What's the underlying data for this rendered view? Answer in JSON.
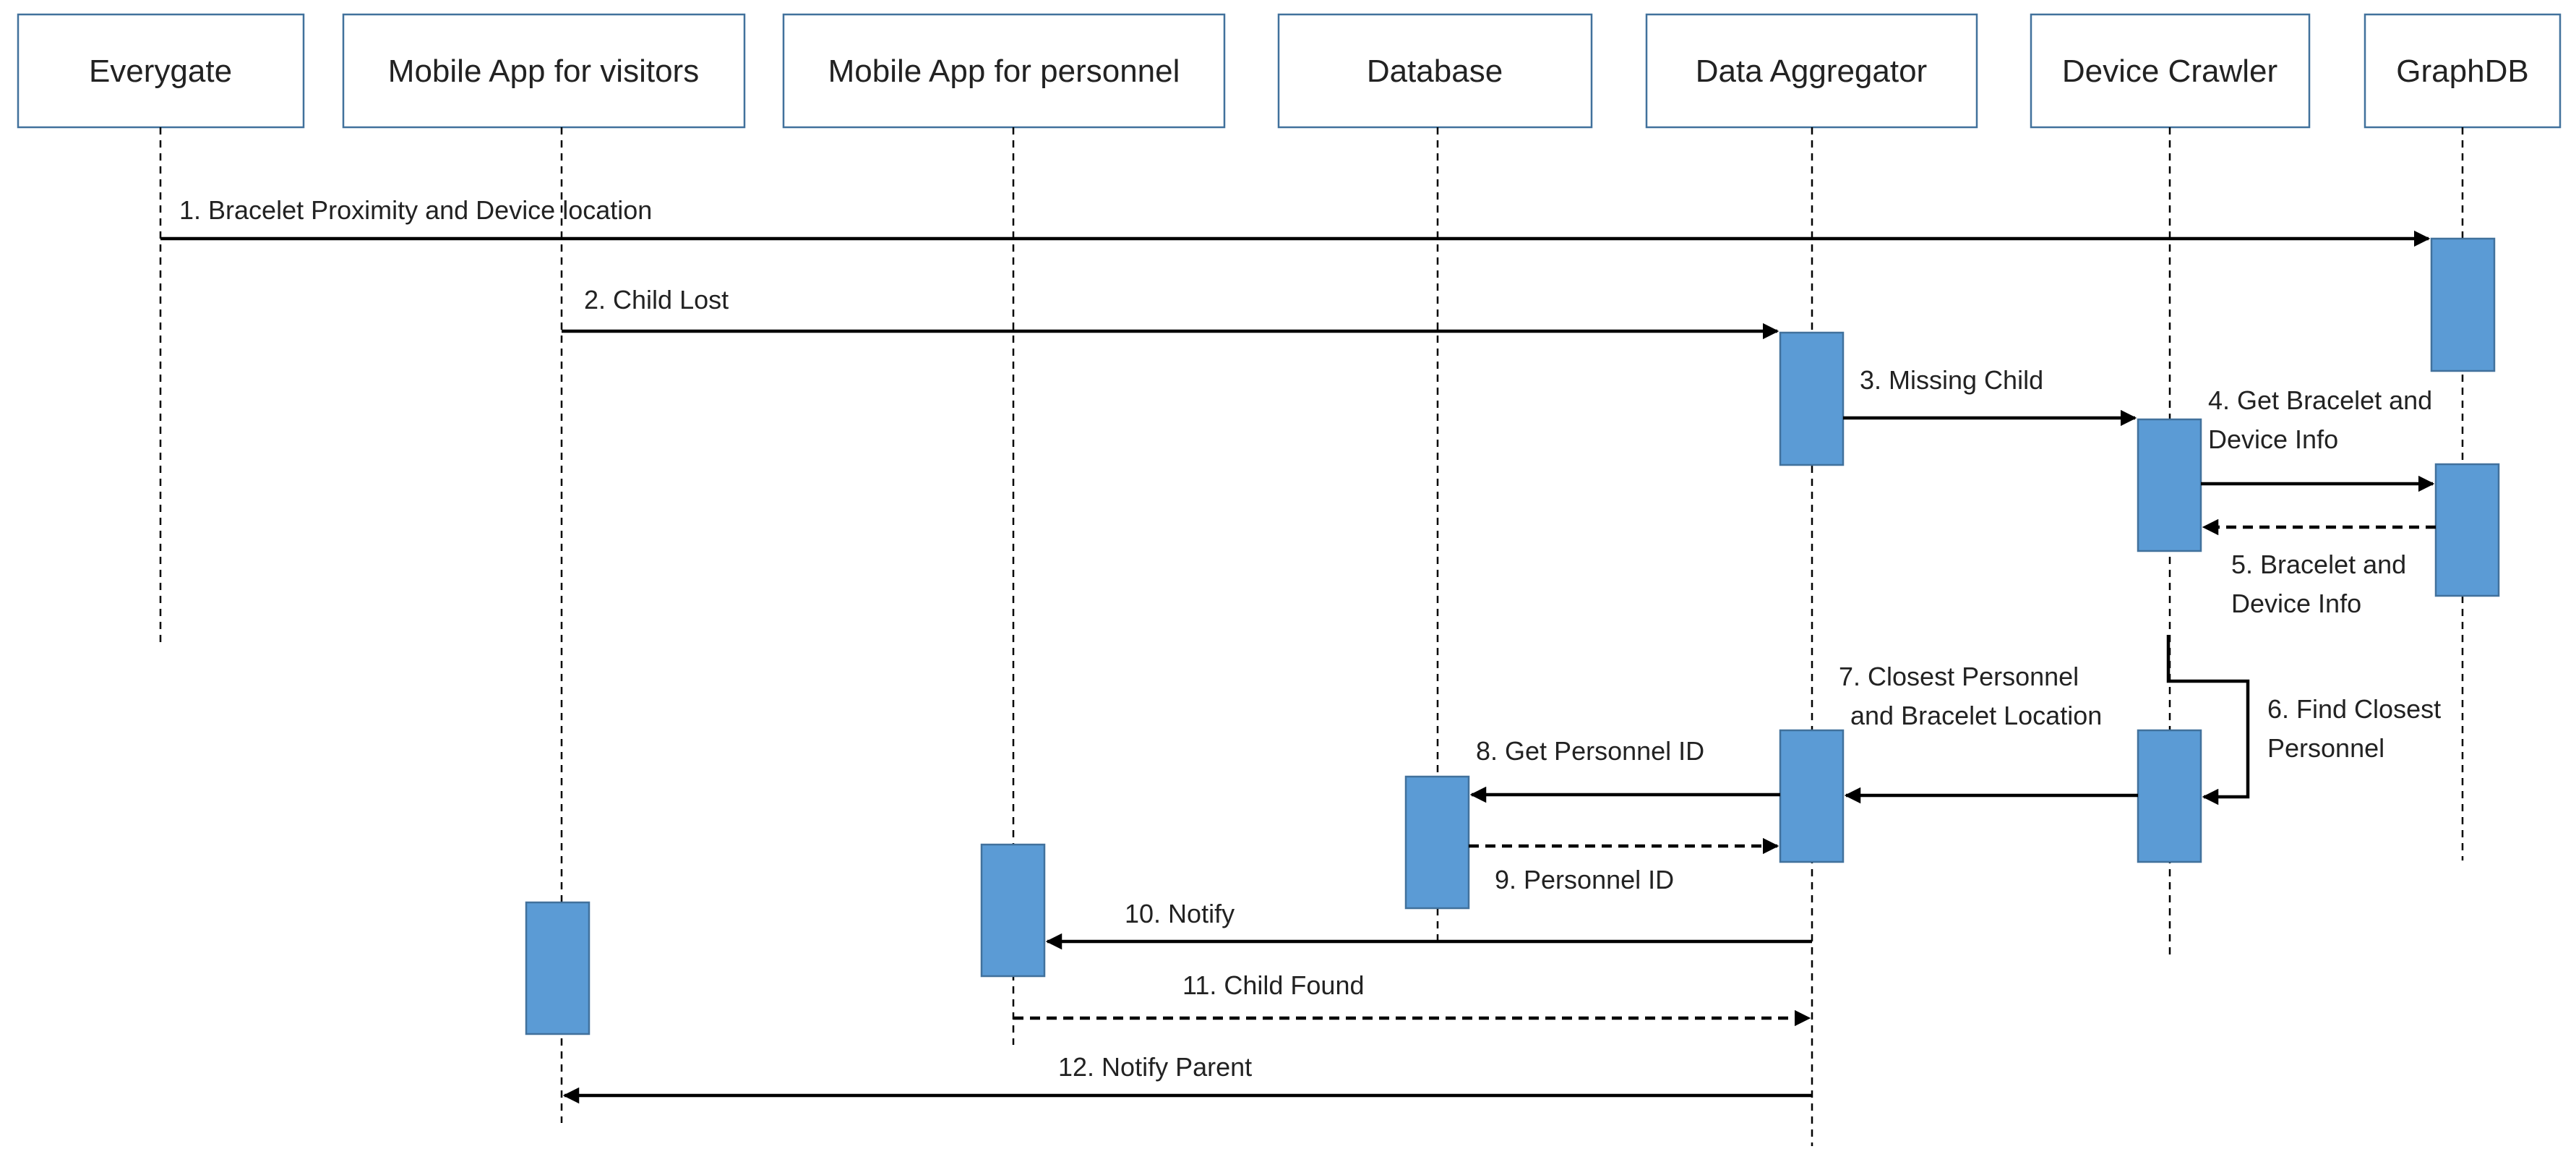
{
  "participants": [
    {
      "id": "everygate",
      "label": "Everygate"
    },
    {
      "id": "mobile-visitors",
      "label": "Mobile App for visitors"
    },
    {
      "id": "mobile-personnel",
      "label": "Mobile App for personnel"
    },
    {
      "id": "database",
      "label": "Database"
    },
    {
      "id": "data-aggregator",
      "label": "Data Aggregator"
    },
    {
      "id": "device-crawler",
      "label": "Device Crawler"
    },
    {
      "id": "graphdb",
      "label": "GraphDB"
    }
  ],
  "messages": [
    {
      "label": "1. Bracelet Proximity and Device location",
      "from": "Everygate",
      "to": "GraphDB",
      "style": "solid"
    },
    {
      "label": "2. Child Lost",
      "from": "Mobile App for visitors",
      "to": "Data Aggregator",
      "style": "solid"
    },
    {
      "label": "3. Missing Child",
      "from": "Data Aggregator",
      "to": "Device Crawler",
      "style": "solid"
    },
    {
      "label_lines": [
        "4. Get Bracelet and",
        "Device Info"
      ],
      "from": "Device Crawler",
      "to": "GraphDB",
      "style": "solid"
    },
    {
      "label_lines": [
        "5. Bracelet and",
        "Device Info"
      ],
      "from": "GraphDB",
      "to": "Device Crawler",
      "style": "dashed"
    },
    {
      "label_lines": [
        "6. Find Closest",
        "Personnel"
      ],
      "from": "Device Crawler",
      "to": "Device Crawler",
      "style": "solid"
    },
    {
      "label_lines": [
        "7. Closest Personnel",
        "and Bracelet Location"
      ],
      "from": "Device Crawler",
      "to": "Data Aggregator",
      "style": "solid"
    },
    {
      "label": "8. Get Personnel ID",
      "from": "Data Aggregator",
      "to": "Database",
      "style": "solid"
    },
    {
      "label": "9. Personnel ID",
      "from": "Database",
      "to": "Data Aggregator",
      "style": "dashed"
    },
    {
      "label": "10. Notify",
      "from": "Data Aggregator",
      "to": "Mobile App for personnel",
      "style": "solid"
    },
    {
      "label": "11. Child Found",
      "from": "Mobile App for personnel",
      "to": "Data Aggregator",
      "style": "dashed"
    },
    {
      "label": "12. Notify Parent",
      "from": "Data Aggregator",
      "to": "Mobile App for visitors",
      "style": "solid"
    }
  ],
  "colors": {
    "activation_fill": "#5b9bd5",
    "activation_stroke": "#41719c",
    "box_stroke": "#41719c",
    "line": "#000000"
  }
}
